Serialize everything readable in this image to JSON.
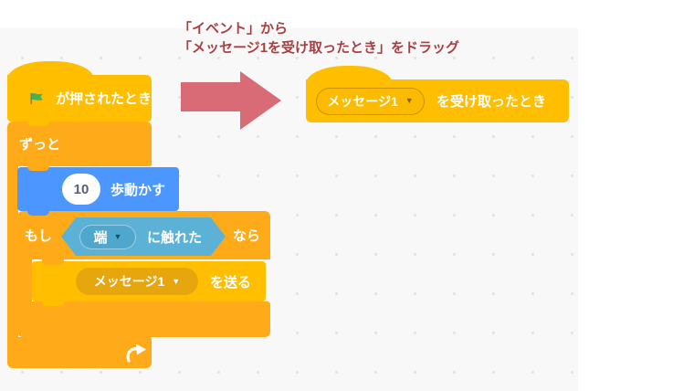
{
  "colors": {
    "events_yellow": "#FFBF00",
    "control_orange": "#FFAB19",
    "motion_blue": "#4C97FF",
    "sensing_blue": "#5CB1D6",
    "sensing_field": "#4FA7CD",
    "broadcast_field": "#E7A60E",
    "arrow_pink": "#D96B76",
    "instruction_red": "#A84043",
    "flag_green": "#45B354",
    "workspace_bg": "#F8F8F8",
    "number_text": "#575E75"
  },
  "instruction": {
    "line1": "「イベント」から",
    "line2": "「メッセージ1を受け取ったとき」をドラッグ"
  },
  "icons": {
    "dropdown_arrow": "▼"
  },
  "left_script": {
    "when_flag_clicked": {
      "label": "が押されたとき"
    },
    "forever": {
      "label": "ずっと"
    },
    "move": {
      "steps": "10",
      "label": "歩動かす"
    },
    "if_block": {
      "if_label": "もし",
      "then_label": "なら"
    },
    "touching": {
      "value": "端",
      "label": "に触れた"
    },
    "broadcast": {
      "value": "メッセージ1",
      "label": "を送る"
    }
  },
  "right_script": {
    "when_received": {
      "value": "メッセージ1",
      "label": "を受け取ったとき"
    }
  }
}
